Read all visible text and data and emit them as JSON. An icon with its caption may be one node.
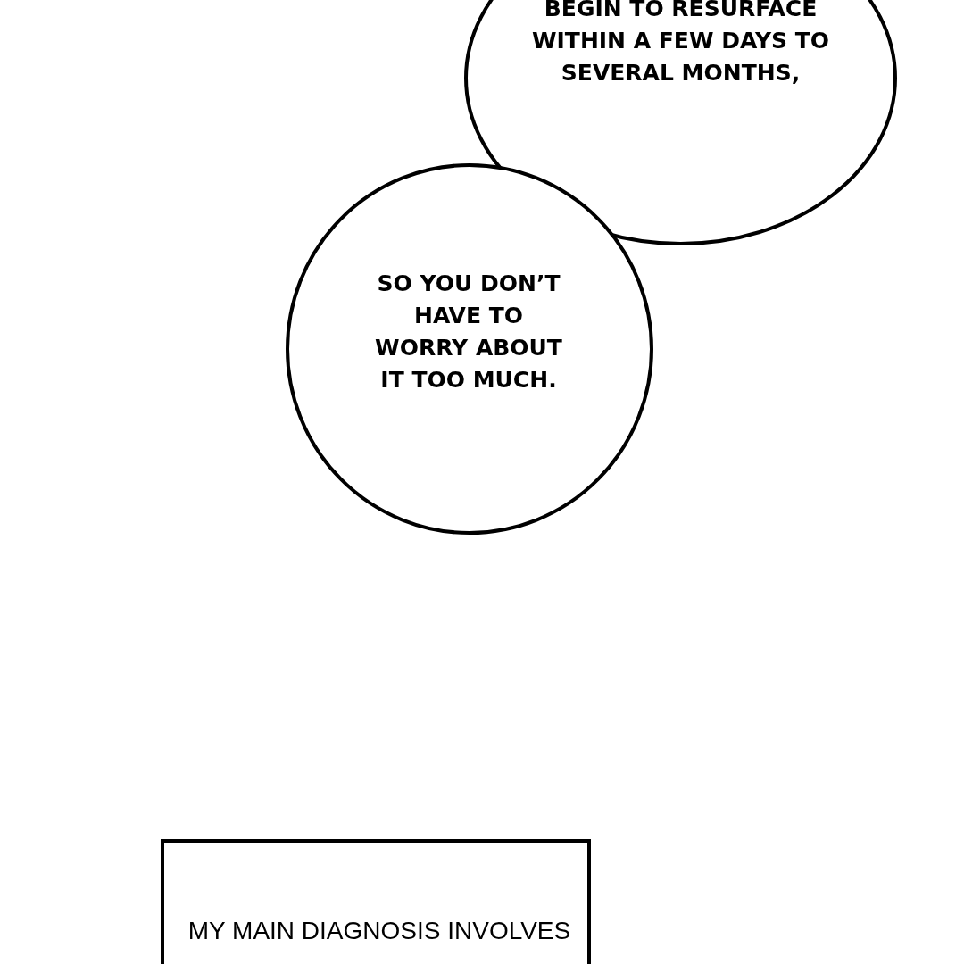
{
  "diagram": {
    "nodes": [
      {
        "text": [
          "BEGIN TO RESURFACE WITHIN A FEW DAYS TO SEVERAL MONTHS,"
        ]
      },
      {
        "text": [
          "SO YOU DON’T HAVE TO WORRY ABOUT IT TOO MUCH."
        ]
      },
      {
        "text": [
          "MY MAIN DIAGNOSIS INVOLVES"
        ]
      }
    ]
  }
}
